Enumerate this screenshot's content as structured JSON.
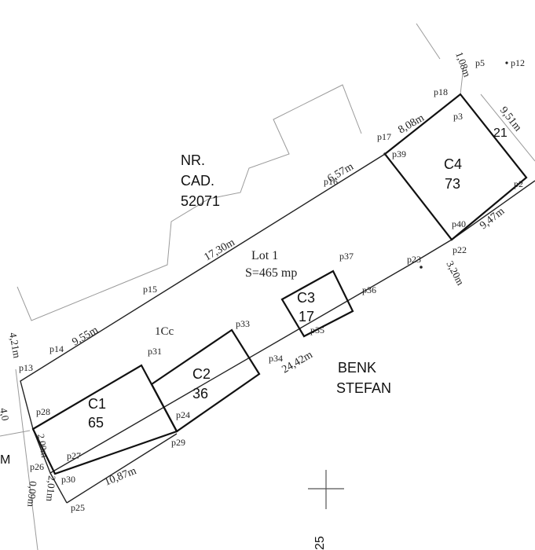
{
  "neighbor_parcel": {
    "line1": "NR.",
    "line2": "CAD.",
    "line3": "52071"
  },
  "owner": {
    "line1": "BENK",
    "line2": "STEFAN"
  },
  "lot": {
    "name": "Lot 1",
    "area": "S=465 mp",
    "category": "1Cc"
  },
  "buildings": [
    {
      "id": "C1",
      "area": "65"
    },
    {
      "id": "C2",
      "area": "36"
    },
    {
      "id": "C3",
      "area": "17"
    },
    {
      "id": "C4",
      "area": "73"
    }
  ],
  "dimensions": {
    "d_1_08": "1,08m",
    "d_8_08": "8,08m",
    "d_9_51": "9,51m",
    "d_6_57": "6,57m",
    "d_17_30": "17,30m",
    "d_9_55": "9,55m",
    "d_9_47": "9,47m",
    "d_3_20": "3,20m",
    "d_24_42": "24,42m",
    "d_10_87": "10,87m",
    "d_4_21": "4,21m",
    "d_4_0": "4,0",
    "d_2_01": "2,01m",
    "d_0_09": "0,09m",
    "d_2_00": "2,00m"
  },
  "points": {
    "p5": "p5",
    "p12": "p12",
    "p18": "p18",
    "p3": "p3",
    "p17": "p17",
    "p39": "p39",
    "p2": "p2",
    "p40": "p40",
    "p22": "p22",
    "p23": "p23",
    "p37": "p37",
    "p36": "p36",
    "p16": "p16",
    "p15": "p15",
    "p35": "p35",
    "p34": "p34",
    "p33": "p33",
    "p31": "p31",
    "p14": "p14",
    "p13": "p13",
    "p28": "p28",
    "p24": "p24",
    "p29": "p29",
    "p27": "p27",
    "p26": "p26",
    "p30": "p30",
    "p25": "p25"
  },
  "fragments": {
    "m_letter": "M",
    "bottom_number": "25",
    "c4_partial": "21"
  }
}
